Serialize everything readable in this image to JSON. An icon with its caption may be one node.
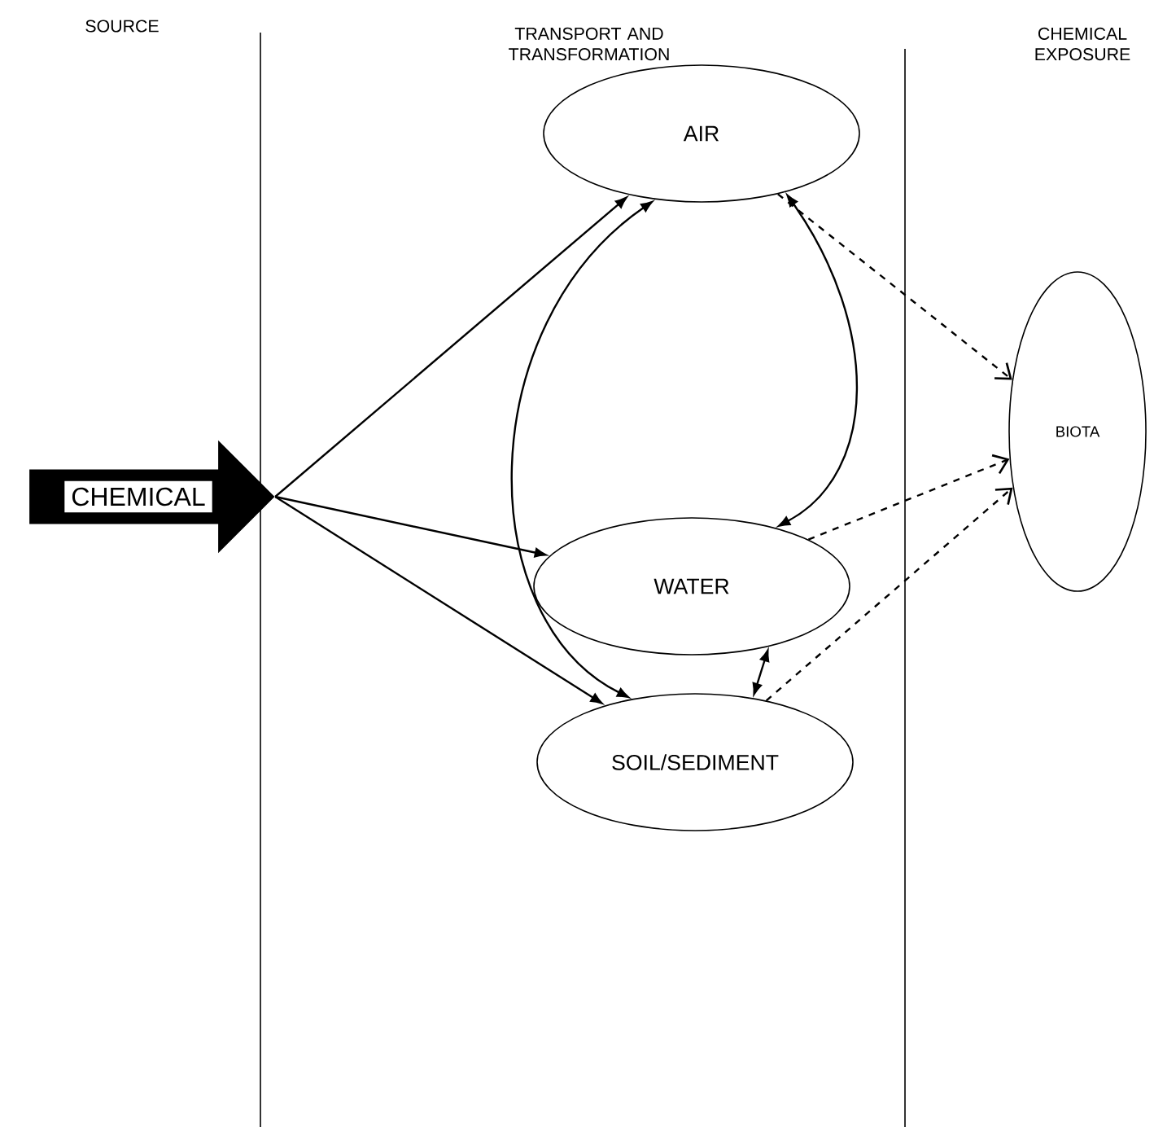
{
  "diagram": {
    "nodes": [
      {
        "text": [
          "CHEMICAL"
        ]
      },
      {
        "text": [
          "AIR"
        ]
      },
      {
        "text": [
          "WATER"
        ]
      },
      {
        "text": [
          "SOIL/SEDIMENT"
        ]
      },
      {
        "text": [
          "BIOTA"
        ]
      }
    ],
    "edges": [
      {
        "from": 0,
        "to": 1,
        "arrow": "to"
      },
      {
        "from": 0,
        "to": 2,
        "arrow": "to"
      },
      {
        "from": 0,
        "to": 3,
        "arrow": "to"
      },
      {
        "from": 1,
        "to": 3,
        "arrow": "both"
      },
      {
        "from": 1,
        "to": 2,
        "arrow": "both"
      },
      {
        "from": 2,
        "to": 3,
        "arrow": "both"
      },
      {
        "from": 1,
        "to": 4,
        "arrow": "to",
        "style": "dashed"
      },
      {
        "from": 2,
        "to": 4,
        "arrow": "to",
        "style": "dashed"
      },
      {
        "from": 3,
        "to": 4,
        "arrow": "to",
        "style": "dashed"
      }
    ],
    "labels": [
      "SOURCE",
      "TRANSPORT AND TRANSFORMATION",
      "CHEMICAL EXPOSURE"
    ]
  }
}
